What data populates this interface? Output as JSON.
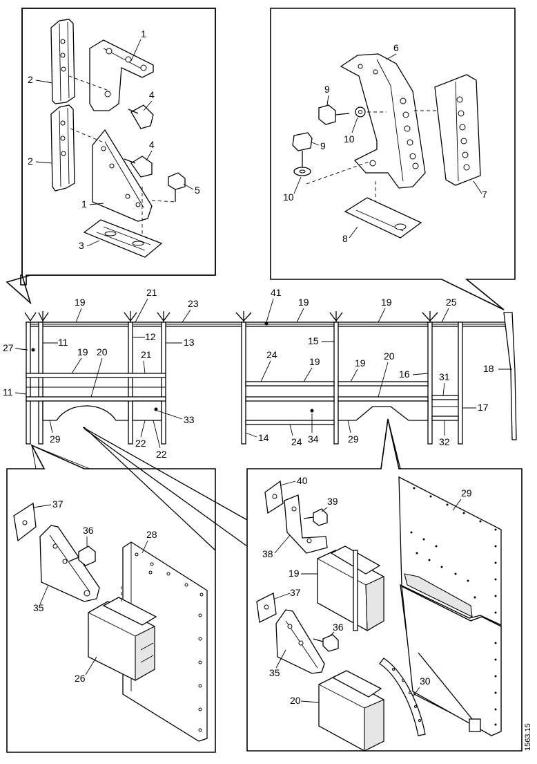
{
  "figure_id": "1563.15",
  "callouts": {
    "1": "1",
    "2": "2",
    "3": "3",
    "4": "4",
    "5": "5",
    "6": "6",
    "7": "7",
    "8": "8",
    "9": "9",
    "10": "10",
    "11": "11",
    "12": "12",
    "13": "13",
    "14": "14",
    "15": "15",
    "16": "16",
    "17": "17",
    "18": "18",
    "19": "19",
    "20": "20",
    "21": "21",
    "22": "22",
    "23": "23",
    "24": "24",
    "25": "25",
    "26": "26",
    "27": "27",
    "28": "28",
    "29": "29",
    "30": "30",
    "31": "31",
    "32": "32",
    "33": "33",
    "34": "34",
    "35": "35",
    "36": "36",
    "37": "37",
    "38": "38",
    "39": "39",
    "40": "40",
    "41": "41"
  }
}
